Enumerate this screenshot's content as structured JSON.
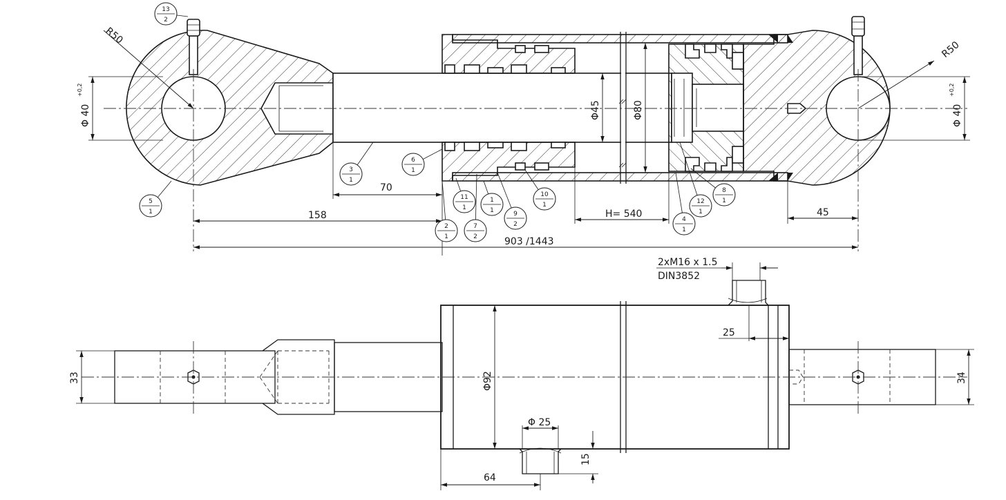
{
  "top_view": {
    "dims": {
      "r_left": "R50",
      "r_right": "R50",
      "dia_pin_left": "Φ 40",
      "tol_left": "+0,2",
      "dia_pin_right": "Φ 40",
      "tol_right": "+0,2",
      "rod_dia": "Φ45",
      "bore_dia": "Φ80",
      "d70": "70",
      "d158": "158",
      "d_overall": "903 /1443",
      "stroke": "H= 540",
      "d45": "45"
    },
    "balloons": [
      {
        "top": "13",
        "bottom": "2"
      },
      {
        "top": "3",
        "bottom": "1"
      },
      {
        "top": "6",
        "bottom": "1"
      },
      {
        "top": "5",
        "bottom": "1"
      },
      {
        "top": "11",
        "bottom": "1"
      },
      {
        "top": "1",
        "bottom": "1"
      },
      {
        "top": "9",
        "bottom": "2"
      },
      {
        "top": "10",
        "bottom": "1"
      },
      {
        "top": "2",
        "bottom": "1"
      },
      {
        "top": "7",
        "bottom": "2"
      },
      {
        "top": "8",
        "bottom": "1"
      },
      {
        "top": "12",
        "bottom": "1"
      },
      {
        "top": "4",
        "bottom": "1"
      }
    ]
  },
  "bottom_view": {
    "dims": {
      "thread_line1": "2xM16 x 1.5",
      "thread_line2": "DIN3852",
      "d25_port": "25",
      "barrel_dia": "Φ92",
      "port_dia": "Φ 25",
      "d15": "15",
      "d64": "64",
      "d33": "33",
      "d34": "34"
    }
  }
}
